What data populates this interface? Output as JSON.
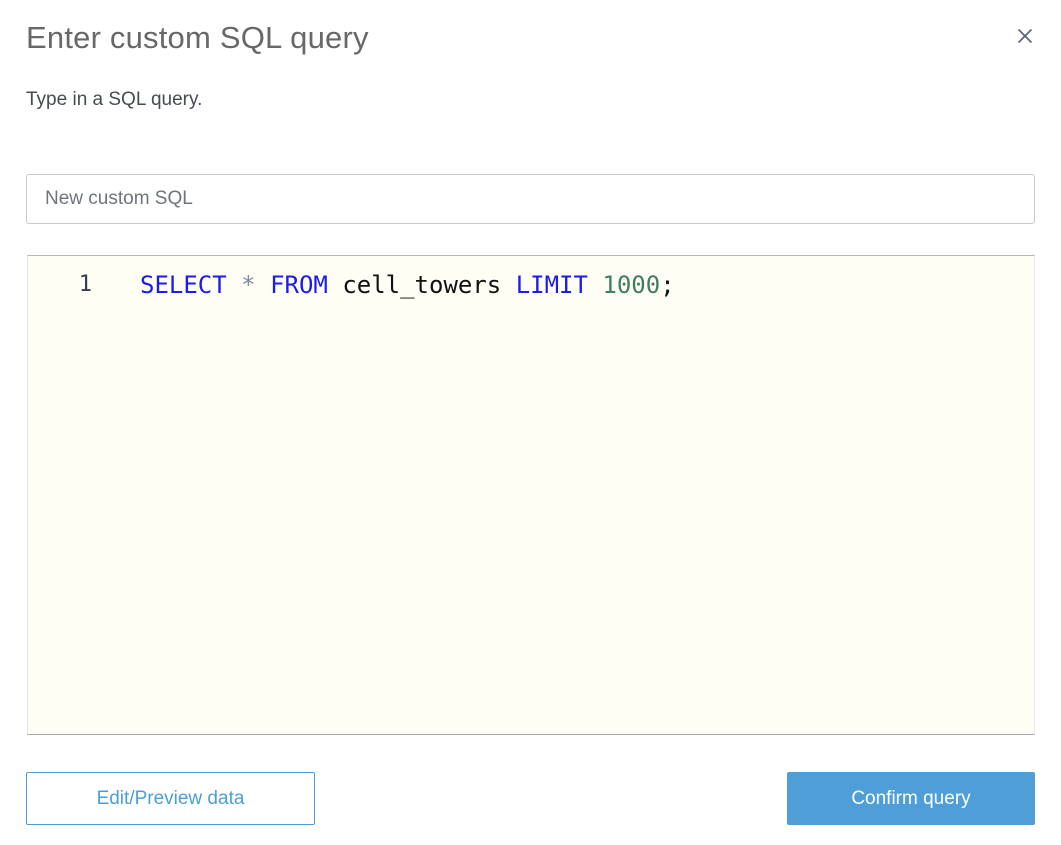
{
  "modal": {
    "title": "Enter custom SQL query",
    "subtitle": "Type in a SQL query."
  },
  "query_name_input": {
    "value": "New custom SQL"
  },
  "editor": {
    "line_number": "1",
    "full_query": "SELECT * FROM cell_towers LIMIT 1000;",
    "code_tokens": [
      {
        "type": "keyword",
        "text": "SELECT "
      },
      {
        "type": "operator",
        "text": "* "
      },
      {
        "type": "keyword",
        "text": "FROM "
      },
      {
        "type": "identifier",
        "text": "cell_towers "
      },
      {
        "type": "keyword",
        "text": "LIMIT "
      },
      {
        "type": "number",
        "text": "1000"
      },
      {
        "type": "punctuation",
        "text": ";"
      }
    ]
  },
  "footer": {
    "edit_preview_label": "Edit/Preview data",
    "confirm_label": "Confirm query"
  },
  "icons": {
    "close": "x-close-icon"
  },
  "colors": {
    "accent_blue": "#4f9ed8",
    "title_gray": "#686868",
    "editor_background": "#fffef5",
    "sql_keyword": "#1b1bf0",
    "sql_operator": "#808c99",
    "sql_number": "#3e7f5c",
    "line_number": "#333b55"
  }
}
